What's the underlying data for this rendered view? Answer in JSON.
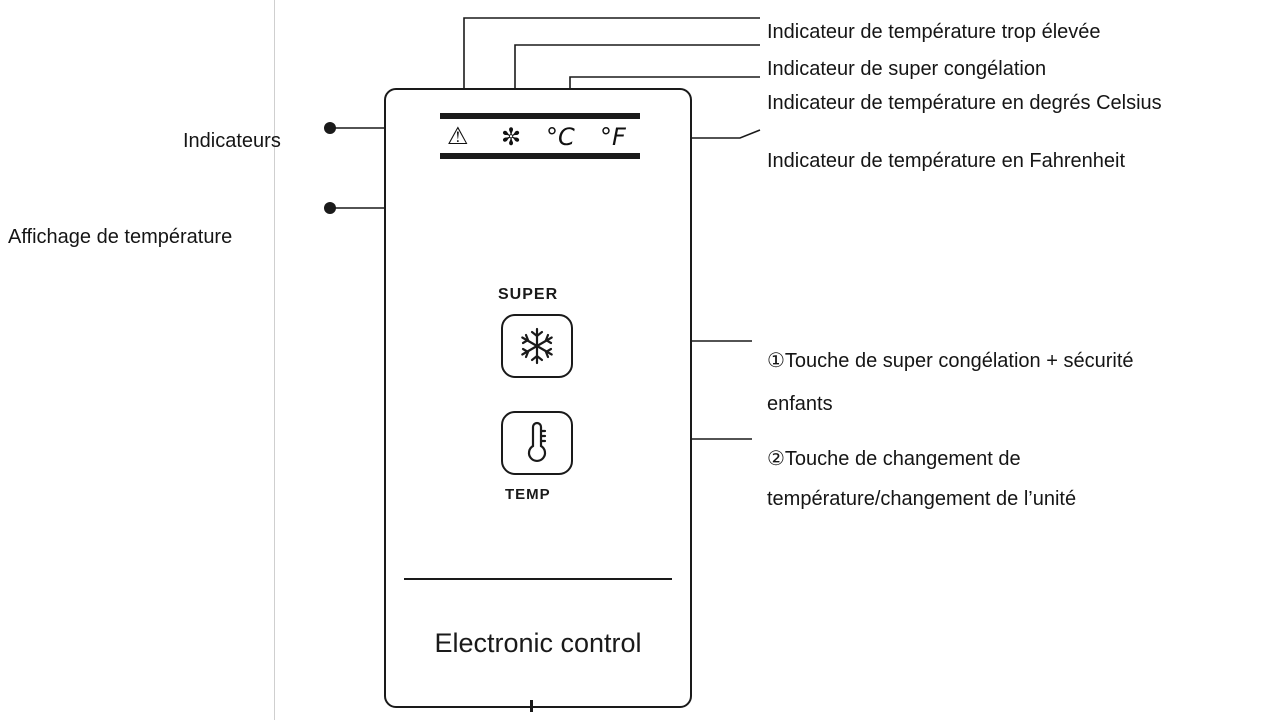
{
  "left_labels": {
    "indicators": "Indicateurs",
    "temp_display": "Affichage de température"
  },
  "right_labels": {
    "too_high": "Indicateur de température trop élevée",
    "super_freeze": "Indicateur de super congélation",
    "celsius": "Indicateur de température en degrés Celsius",
    "fahrenheit": "Indicateur de température en Fahrenheit",
    "key1_line1": "①Touche de super congélation + sécurité",
    "key1_line2": "enfants",
    "key2_line1": "②Touche de changement de",
    "key2_line2": "température/changement de l’unité"
  },
  "lcd": {
    "warning_glyph": "⚠",
    "snow_glyph": "✼",
    "celsius_glyph": "°C",
    "fahrenheit_glyph": "°F"
  },
  "buttons": {
    "super_label": "SUPER",
    "temp_label": "TEMP"
  },
  "panel": {
    "title": "Electronic control"
  },
  "icons": {
    "warning": "warning-triangle-icon",
    "snowflake": "snowflake-icon",
    "thermometer": "thermometer-icon"
  },
  "colors": {
    "ink": "#1a1a1a",
    "background": "#ffffff"
  }
}
